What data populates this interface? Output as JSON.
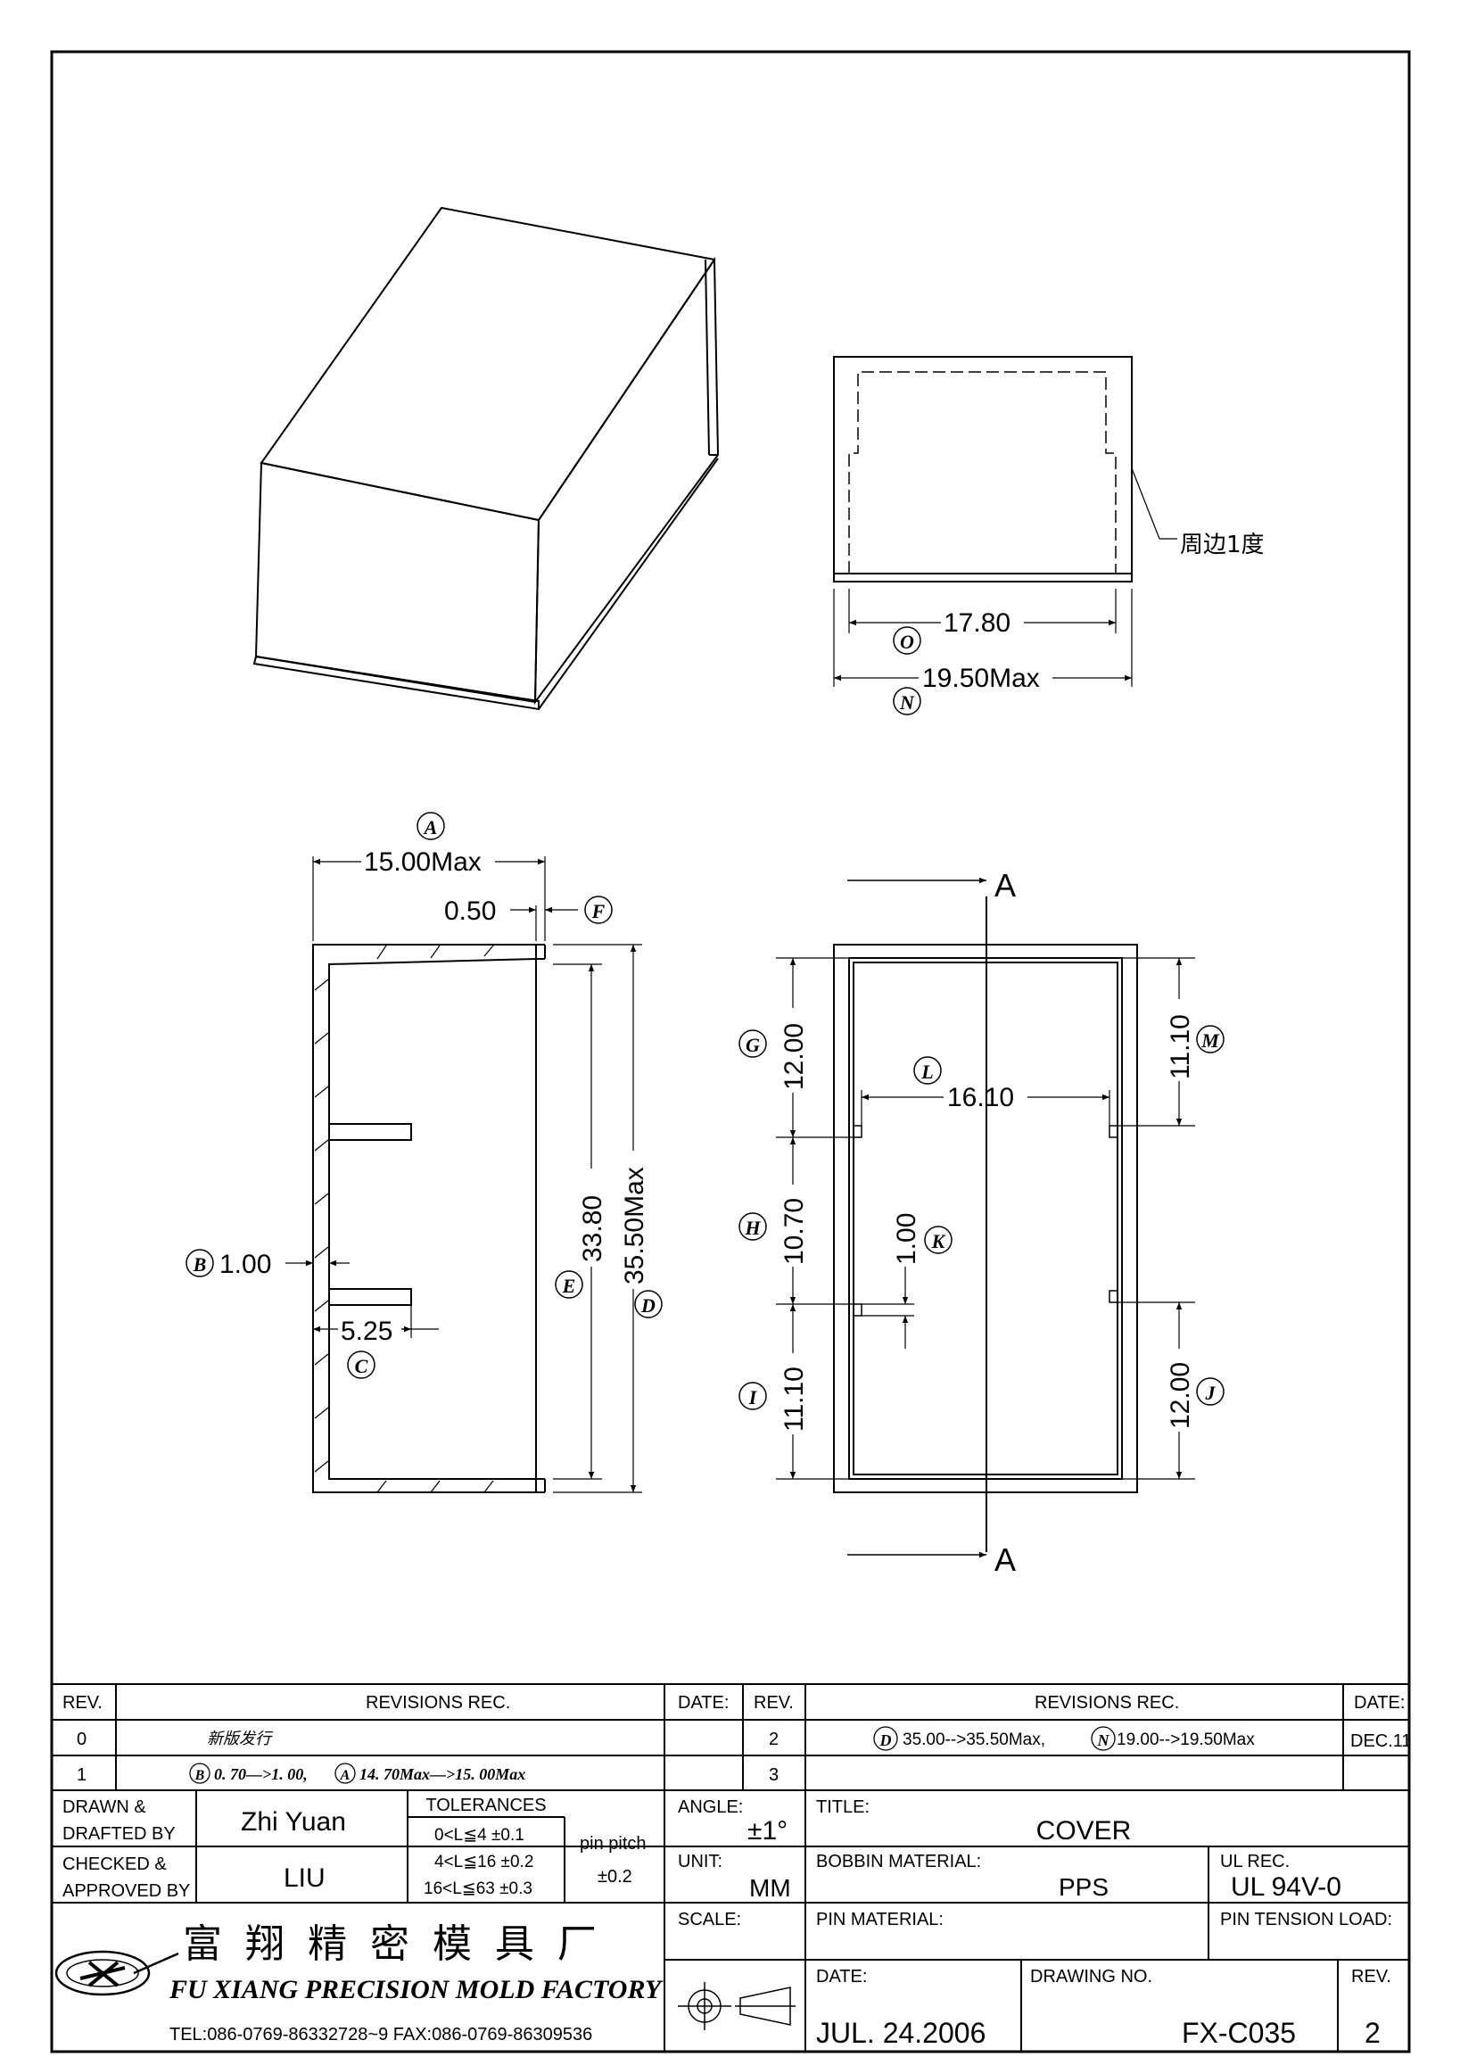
{
  "views": {
    "front_side": {
      "note": "周边1度",
      "dim_o": "17.80",
      "dim_n": "19.50Max",
      "label_o": "O",
      "label_n": "N"
    },
    "side_section": {
      "dim_a": "15.00Max",
      "label_a": "A",
      "dim_f": "0.50",
      "label_f": "F",
      "dim_b": "1.00",
      "label_b": "B",
      "dim_c": "5.25",
      "label_c": "C",
      "dim_e": "33.80",
      "label_e": "E",
      "dim_d": "35.50Max",
      "label_d": "D"
    },
    "top_view": {
      "section_mark": "A",
      "dim_l": "16.10",
      "label_l": "L",
      "dim_g": "12.00",
      "label_g": "G",
      "dim_h": "10.70",
      "label_h": "H",
      "dim_i": "11.10",
      "label_i": "I",
      "dim_k": "1.00",
      "label_k": "K",
      "dim_m": "11.10",
      "label_m": "M",
      "dim_j": "12.00",
      "label_j": "J"
    }
  },
  "title_block": {
    "headers": {
      "rev": "REV.",
      "revisions": "REVISIONS   REC.",
      "date": "DATE:"
    },
    "revisions_left": [
      {
        "rev": "0",
        "text": "新版发行"
      },
      {
        "rev": "1",
        "b_label": "B",
        "b_text": "0. 70—>1. 00,",
        "a_label": "A",
        "a_text": "14. 70Max—>15. 00Max"
      }
    ],
    "revisions_right": [
      {
        "rev": "2",
        "d_label": "D",
        "d_text": "35.00-->35.50Max,",
        "n_label": "N",
        "n_text": "19.00-->19.50Max",
        "date": "DEC.11"
      },
      {
        "rev": "3"
      }
    ],
    "drawn_label_1": "DRAWN &",
    "drawn_label_2": "DRAFTED BY",
    "drawn_by": "Zhi Yuan",
    "checked_label_1": "CHECKED &",
    "checked_label_2": "APPROVED BY",
    "checked_by": "LIU",
    "tolerances_label": "TOLERANCES",
    "tol_1": "0<L≦4    ±0.1",
    "tol_2": "4<L≦16  ±0.2",
    "tol_3": "16<L≦63  ±0.3",
    "pin_pitch_label": "pin  pitch",
    "pin_pitch_value": "±0.2",
    "angle_label": "ANGLE:",
    "angle_value": "±1°",
    "unit_label": "UNIT:",
    "unit_value": "MM",
    "scale_label": "SCALE:",
    "title_label": "TITLE:",
    "title_value": "COVER",
    "bobbin_label": "BOBBIN  MATERIAL:",
    "bobbin_value": "PPS",
    "ul_label": "UL  REC.",
    "ul_value": "UL  94V-0",
    "pin_material_label": "PIN  MATERIAL:",
    "pin_tension_label": "PIN  TENSION  LOAD:",
    "date_label": "DATE:",
    "date_value": "JUL.  24.2006",
    "drawing_no_label": "DRAWING  NO.",
    "drawing_no_value": "FX-C035",
    "rev_label": "REV.",
    "rev_value": "2",
    "company_cn": "富 翔 精 密 模 具 厂",
    "company_en": "FU XIANG PRECISION MOLD FACTORY",
    "company_tel": "TEL:086-0769-86332728~9  FAX:086-0769-86309536"
  }
}
